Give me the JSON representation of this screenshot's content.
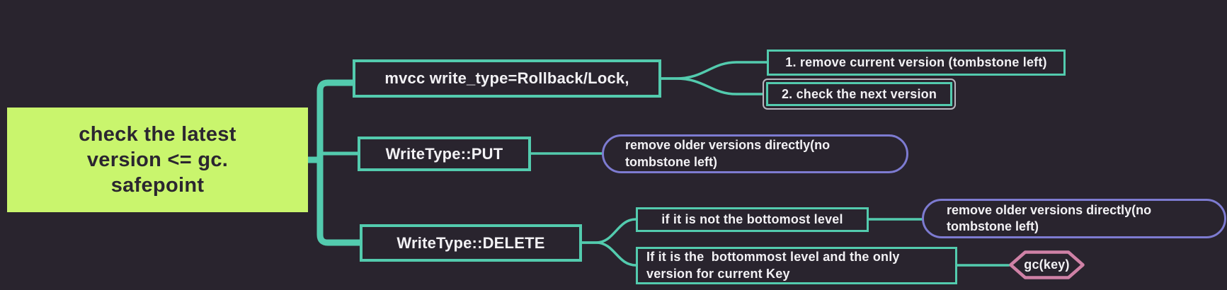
{
  "app": {
    "type": "mind-map-diagram"
  },
  "colors": {
    "bg": "#29242e",
    "teal": "#53cbae",
    "lime": "#c9f56d",
    "purple": "#7d7bd1",
    "pink": "#cf81a6",
    "ring": "#b9b7c0",
    "text-light": "#f2f1f4",
    "text-dark": "#2b2630"
  },
  "nodes": {
    "root": {
      "lines": [
        "check the latest",
        "version <= gc.",
        "safepoint"
      ]
    },
    "mvcc": {
      "label": "mvcc write_type=Rollback/Lock,"
    },
    "mvcc_step1": {
      "label": "1. remove current version (tombstone left)"
    },
    "mvcc_step2": {
      "label": "2. check the next version",
      "selected": true
    },
    "put": {
      "label": "WriteType::PUT"
    },
    "put_result": {
      "lines": [
        "remove older versions directly(no",
        "tombstone left)"
      ]
    },
    "delete": {
      "label": "WriteType::DELETE"
    },
    "delete_not_bottommost": {
      "label": "if it is not the bottomost level"
    },
    "delete_not_bottommost_result": {
      "lines": [
        "remove older versions directly(no",
        "tombstone left)"
      ]
    },
    "delete_bottommost_only": {
      "lines": [
        "If it is the  bottommost level and the only",
        "version for current Key"
      ]
    },
    "gc_key": {
      "label": "gc(key)"
    }
  }
}
